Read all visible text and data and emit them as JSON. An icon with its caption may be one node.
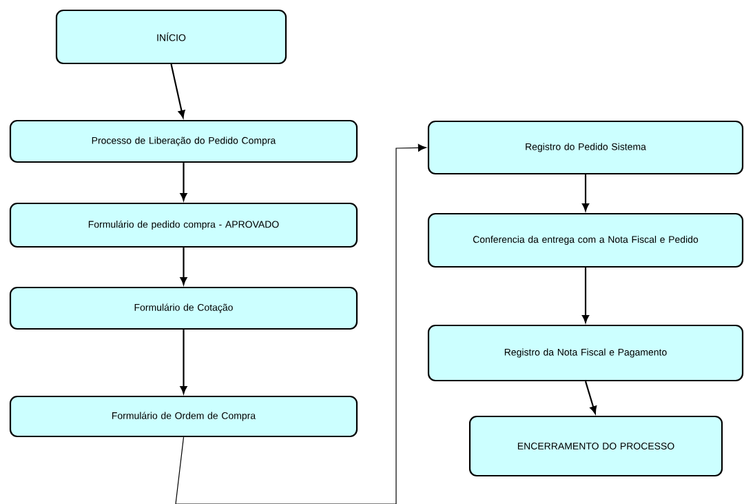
{
  "diagram": {
    "nodes": [
      {
        "text": [
          "INÍCIO"
        ]
      },
      {
        "text": [
          "Processo de Liberação do Pedido Compra"
        ]
      },
      {
        "text": [
          "Formulário de pedido compra - APROVADO"
        ]
      },
      {
        "text": [
          "Formulário de Cotação"
        ]
      },
      {
        "text": [
          "Formulário de Ordem de Compra"
        ]
      },
      {
        "text": [
          "Registro do Pedido Sistema"
        ]
      },
      {
        "text": [
          "Conferencia da entrega com a Nota Fiscal e Pedido"
        ]
      },
      {
        "text": [
          "Registro da Nota Fiscal e Pagamento"
        ]
      },
      {
        "text": [
          "ENCERRAMENTO DO PROCESSO"
        ]
      }
    ],
    "edges": [
      {
        "from": 0,
        "to": 1,
        "arrow": "to"
      },
      {
        "from": 1,
        "to": 2,
        "arrow": "to"
      },
      {
        "from": 2,
        "to": 3,
        "arrow": "to"
      },
      {
        "from": 3,
        "to": 4,
        "arrow": "to"
      },
      {
        "from": 4,
        "to": 5,
        "arrow": "to"
      },
      {
        "from": 5,
        "to": 6,
        "arrow": "to"
      },
      {
        "from": 6,
        "to": 7,
        "arrow": "to"
      },
      {
        "from": 7,
        "to": 8,
        "arrow": "to"
      }
    ]
  }
}
